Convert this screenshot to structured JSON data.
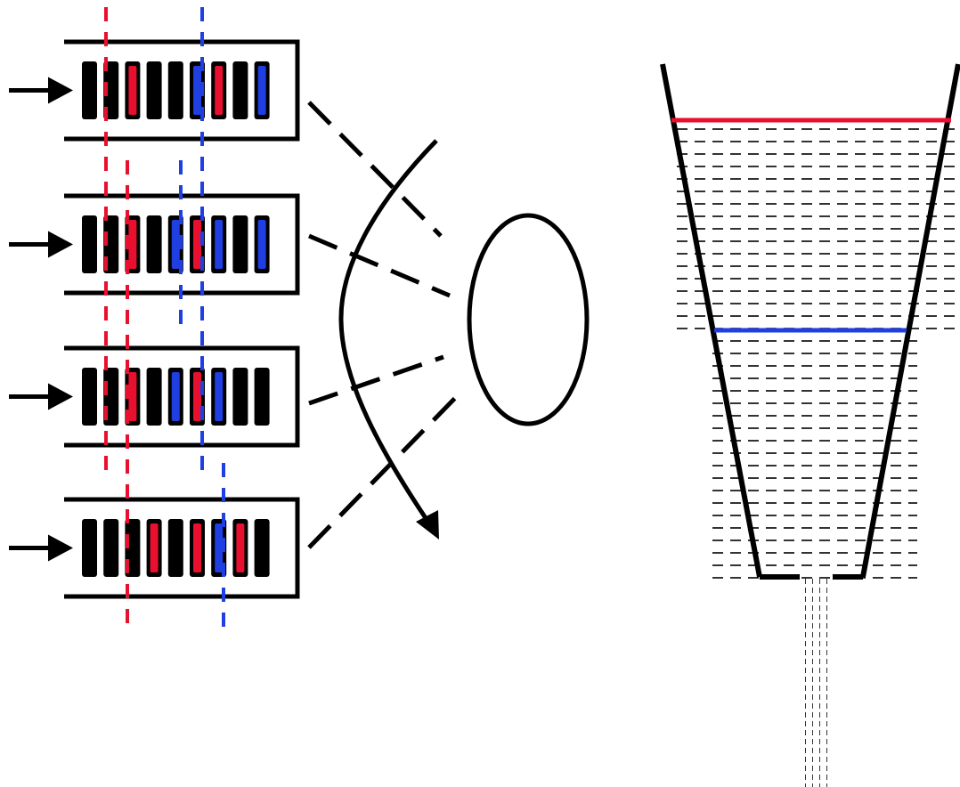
{
  "queues": [
    {
      "slots": [
        "black",
        "black",
        "red",
        "black",
        "black",
        "blue",
        "red",
        "black",
        "blue"
      ]
    },
    {
      "slots": [
        "black",
        "black",
        "red",
        "black",
        "blue",
        "red",
        "blue",
        "black",
        "blue"
      ]
    },
    {
      "slots": [
        "black",
        "black",
        "red",
        "black",
        "blue",
        "red",
        "blue",
        "black",
        "black"
      ]
    },
    {
      "slots": [
        "black",
        "black",
        "black",
        "red",
        "black",
        "red",
        "blue",
        "red",
        "black"
      ]
    }
  ],
  "colors": {
    "ink": "#000000",
    "red": "#e8102e",
    "blue": "#1f3fe0",
    "background": "#ffffff"
  }
}
